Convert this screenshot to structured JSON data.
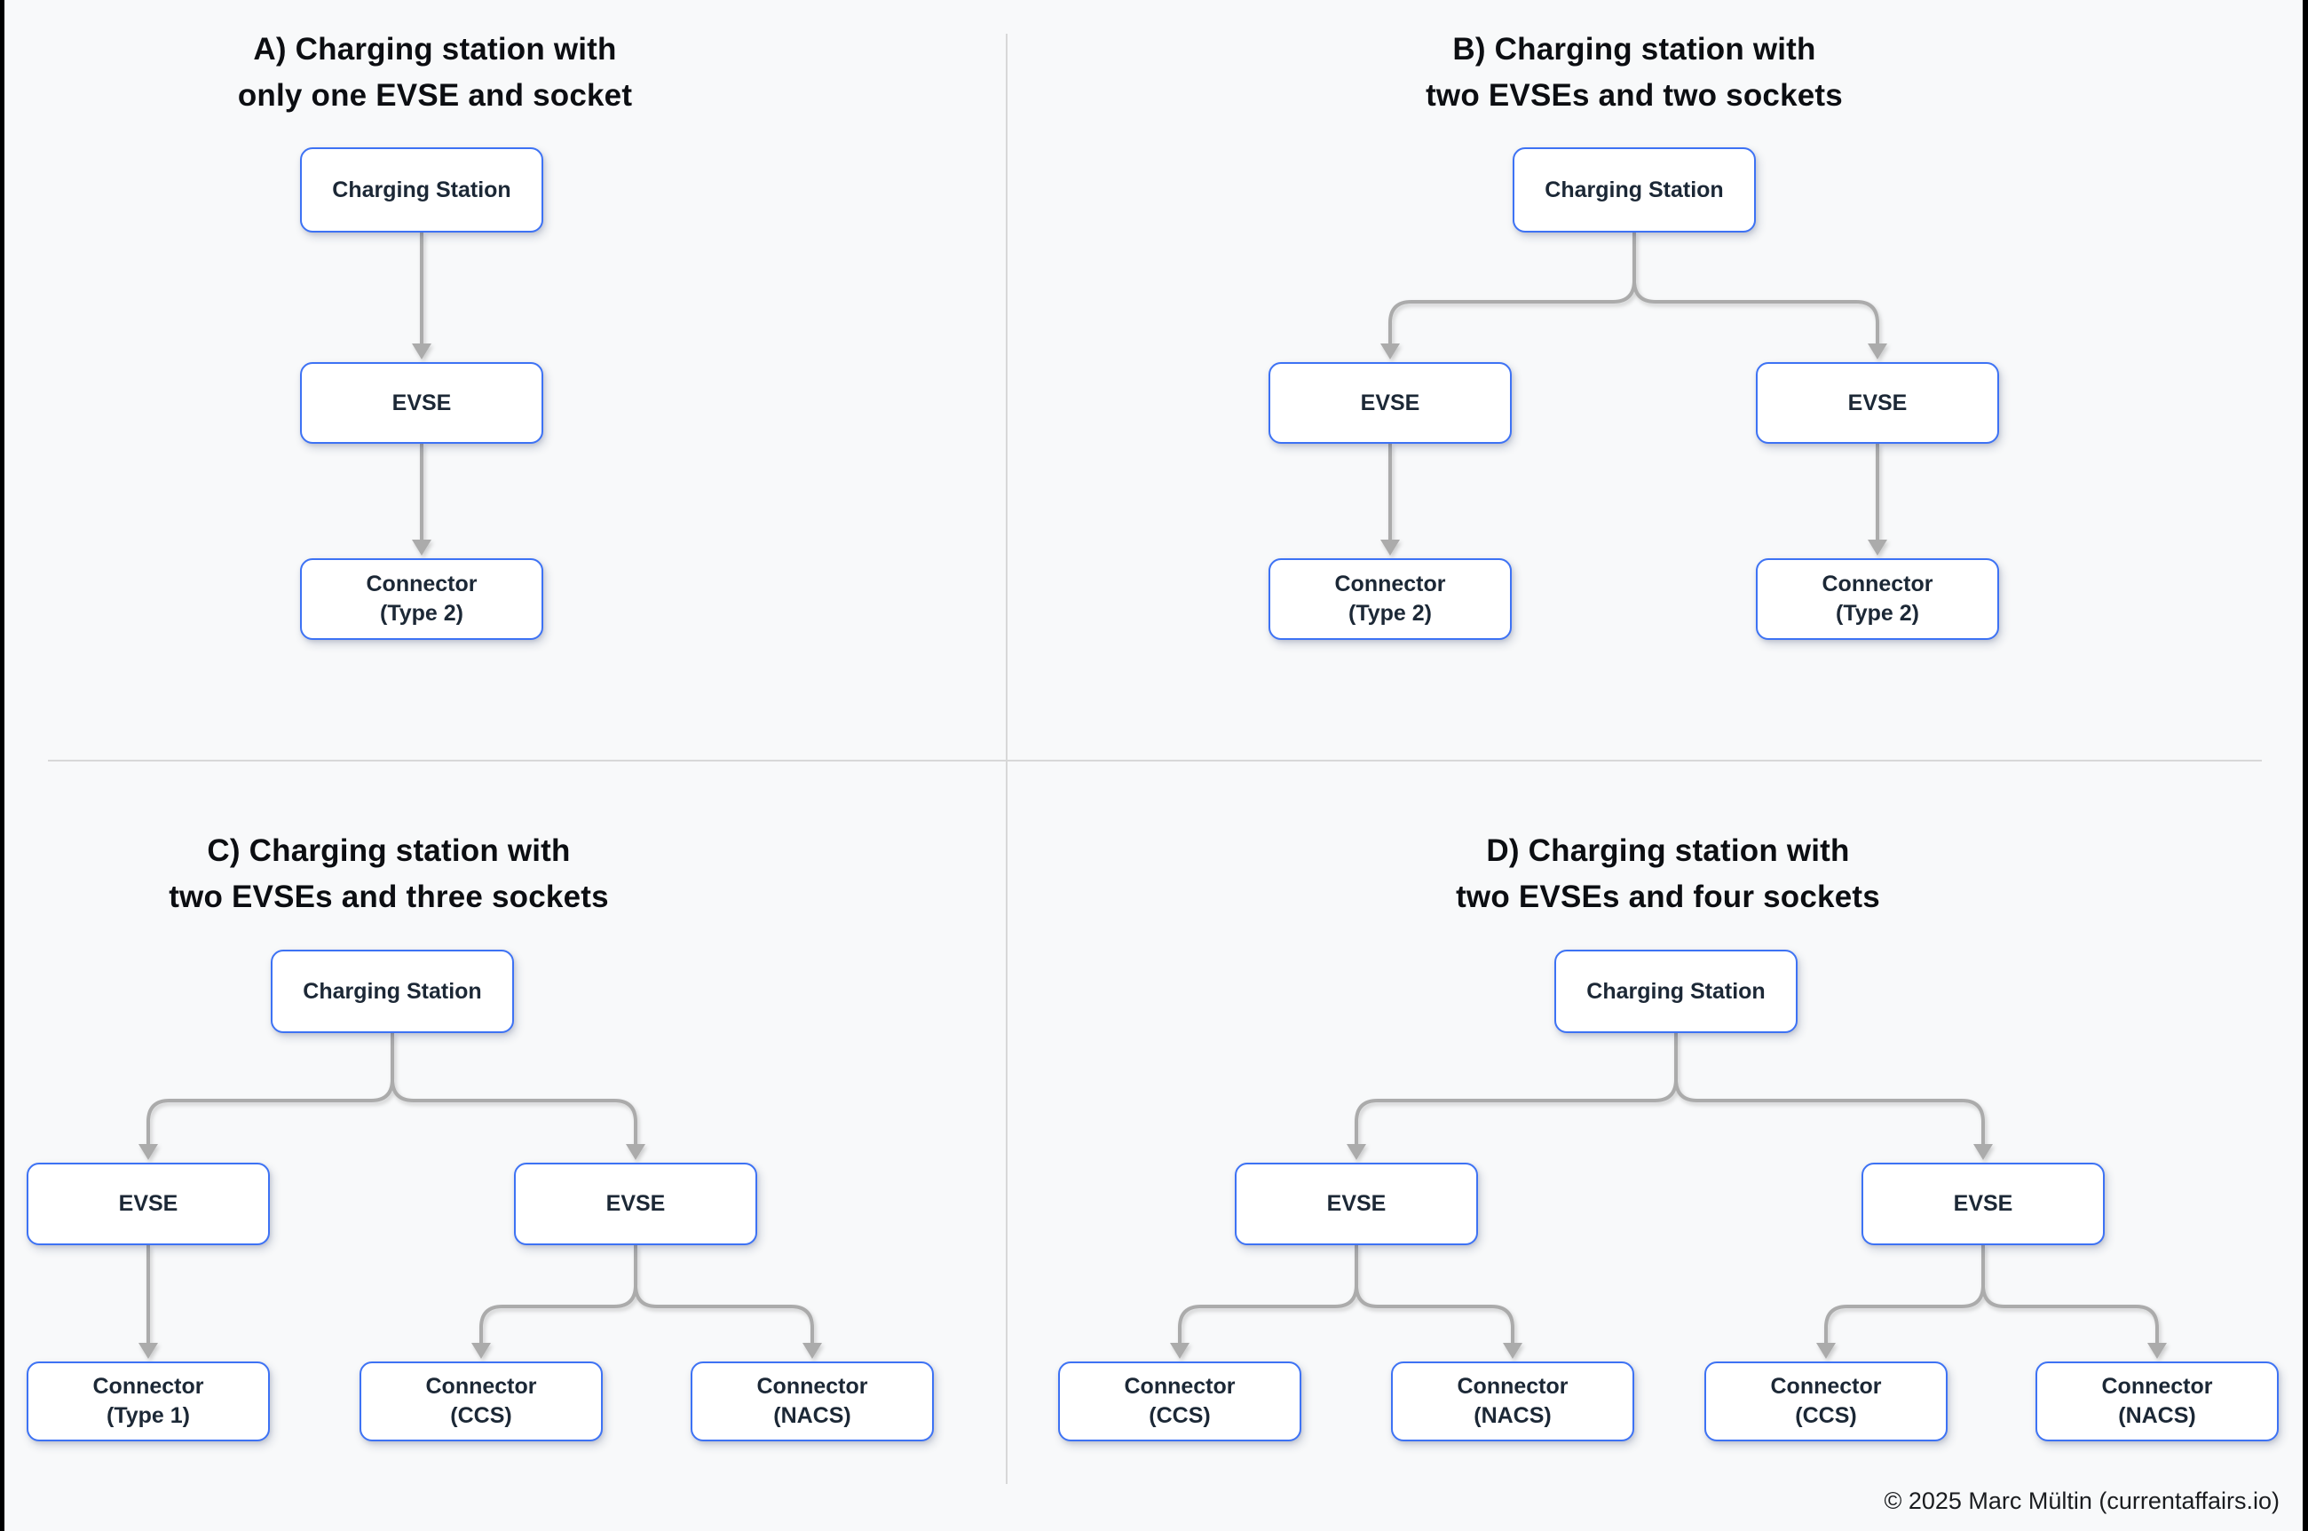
{
  "quadrants": {
    "a": {
      "title": [
        "A) Charging station with",
        "only one EVSE and socket"
      ],
      "station": "Charging Station",
      "evse": "EVSE",
      "connectors": [
        {
          "l1": "Connector",
          "l2": "(Type 2)"
        }
      ]
    },
    "b": {
      "title": [
        "B) Charging station with",
        "two EVSEs and two sockets"
      ],
      "station": "Charging Station",
      "evse_left": "EVSE",
      "evse_right": "EVSE",
      "connectors": [
        {
          "l1": "Connector",
          "l2": "(Type 2)"
        },
        {
          "l1": "Connector",
          "l2": "(Type 2)"
        }
      ]
    },
    "c": {
      "title": [
        "C) Charging station with",
        "two EVSEs and three sockets"
      ],
      "station": "Charging Station",
      "evse_left": "EVSE",
      "evse_right": "EVSE",
      "connectors": [
        {
          "l1": "Connector",
          "l2": "(Type 1)"
        },
        {
          "l1": "Connector",
          "l2": "(CCS)"
        },
        {
          "l1": "Connector",
          "l2": "(NACS)"
        }
      ]
    },
    "d": {
      "title": [
        "D) Charging station with",
        "two EVSEs and four sockets"
      ],
      "station": "Charging Station",
      "evse_left": "EVSE",
      "evse_right": "EVSE",
      "connectors": [
        {
          "l1": "Connector",
          "l2": "(CCS)"
        },
        {
          "l1": "Connector",
          "l2": "(NACS)"
        },
        {
          "l1": "Connector",
          "l2": "(CCS)"
        },
        {
          "l1": "Connector",
          "l2": "(NACS)"
        }
      ]
    }
  },
  "footer": {
    "credit": "© 2025 Marc Mültin (currentaffairs.io)"
  },
  "colors": {
    "background": "#f8f9fa",
    "box_border": "#3d72f4",
    "box_text": "#1c2836",
    "arrow": "#ababab",
    "divider": "#d8d8d8",
    "title_text": "#0c0e12"
  }
}
